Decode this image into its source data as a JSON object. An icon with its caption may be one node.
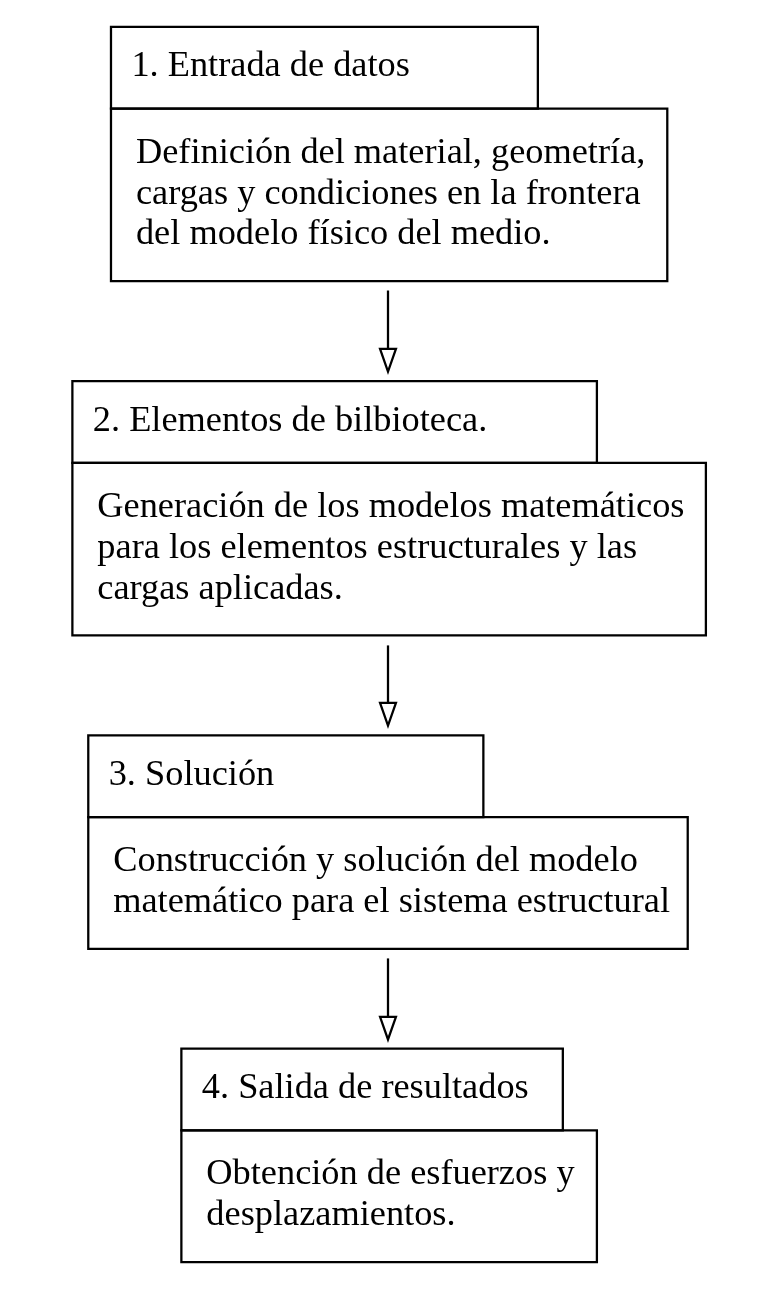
{
  "diagram": {
    "nodes": [
      {
        "text": [
          "1. Entrada de datos",
          "Definición del material, geometría, cargas y condiciones en la frontera del modelo físico del medio."
        ]
      },
      {
        "text": [
          "2. Elementos de bilbioteca.",
          "Generación de los modelos matemáticos para los elementos estructurales y las cargas aplicadas."
        ]
      },
      {
        "text": [
          "3. Solución",
          "Construcción y solución del modelo matemático para el sistema estructural"
        ]
      },
      {
        "text": [
          "4. Salida de resultados",
          "Obtención de esfuerzos y desplazamientos."
        ]
      }
    ],
    "edges": [
      {
        "from": 0,
        "to": 1,
        "arrow": "to"
      },
      {
        "from": 1,
        "to": 2,
        "arrow": "to"
      },
      {
        "from": 2,
        "to": 3,
        "arrow": "to"
      }
    ]
  }
}
